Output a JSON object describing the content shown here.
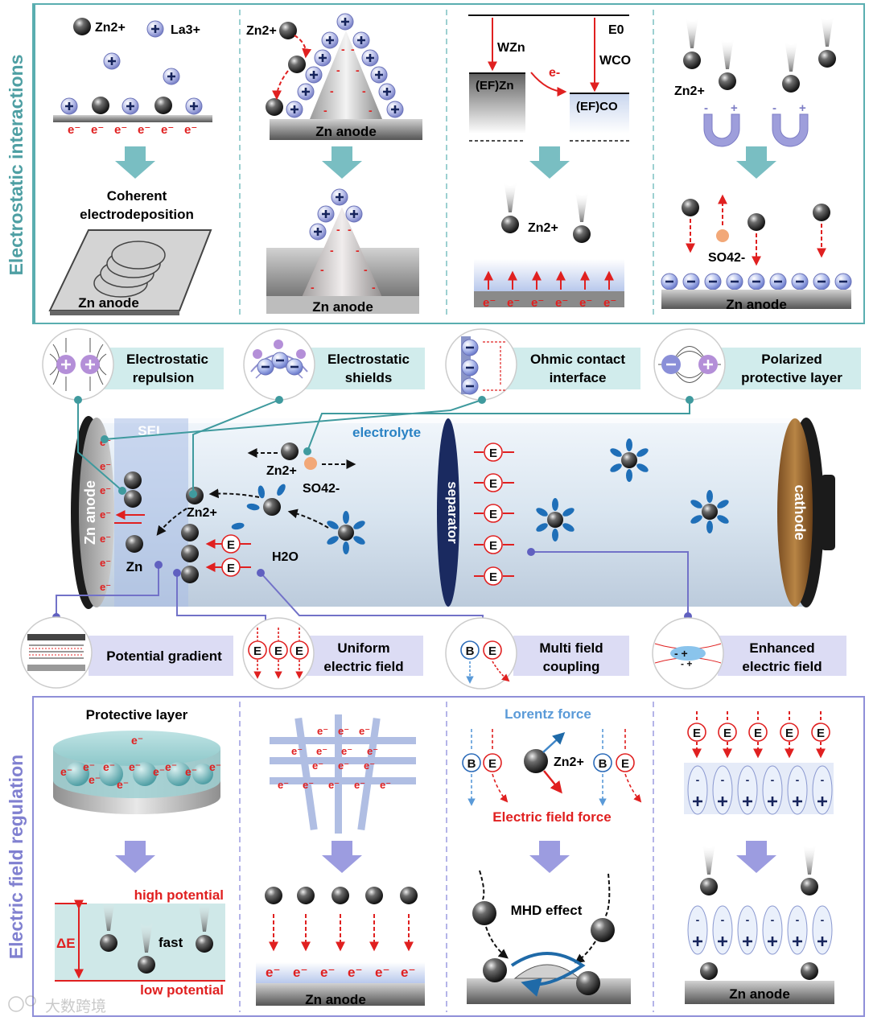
{
  "colors": {
    "top_frame": "#5aaeb0",
    "bottom_frame": "#8f8fd8",
    "teal_arrow": "#79bec2",
    "purple_arrow": "#9c9ce0",
    "red": "#e02020",
    "navy": "#1a2a60",
    "blue_text": "#2a82c4",
    "light_blue_text": "#5a9ad8"
  },
  "top": {
    "section_title": "Electrostatic interactions",
    "p1": {
      "legend_zn": "Zn2+",
      "legend_la": "La3+",
      "title1": "Coherent",
      "title2": "electrodeposition",
      "anode": "Zn anode"
    },
    "p2": {
      "ion": "Zn2+",
      "anode_top": "Zn anode",
      "anode_bottom": "Zn anode"
    },
    "p3": {
      "wzn": "WZn",
      "wco": "WCO",
      "e0": "E0",
      "ef_zn": "(EF)Zn",
      "ef_co": "(EF)CO",
      "electron": "e-",
      "ion": "Zn2+"
    },
    "p4": {
      "ion": "Zn2+",
      "anion": "SO42-",
      "anode": "Zn anode"
    }
  },
  "middle": {
    "callouts_top": [
      {
        "line1": "Electrostatic",
        "line2": "repulsion",
        "icon": "repulsion-icon"
      },
      {
        "line1": "Electrostatic",
        "line2": "shields",
        "icon": "shield-icon"
      },
      {
        "line1": "Ohmic contact",
        "line2": "interface",
        "icon": "ohmic-icon"
      },
      {
        "line1": "Polarized",
        "line2": "protective layer",
        "icon": "dipole-icon"
      }
    ],
    "callouts_bottom": [
      {
        "line1": "Potential gradient",
        "line2": "",
        "icon": "gradient-icon"
      },
      {
        "line1": "Uniform",
        "line2": "electric field",
        "icon": "uniform-field-icon"
      },
      {
        "line1": "Multi field",
        "line2": "coupling",
        "icon": "multifield-icon"
      },
      {
        "line1": "Enhanced",
        "line2": "electric field",
        "icon": "enhanced-field-icon"
      }
    ],
    "battery": {
      "anode": "Zn anode",
      "sei": "SEI",
      "electrolyte": "electrolyte",
      "separator": "separator",
      "cathode": "cathode",
      "zn_ion": "Zn2+",
      "zn": "Zn",
      "so4": "SO42-",
      "water": "H2O",
      "field": "E"
    }
  },
  "bottom": {
    "section_title": "Electric field regulation",
    "p1": {
      "title": "Protective layer",
      "high": "high potential",
      "low": "low potential",
      "delta": "ΔE",
      "fast": "fast"
    },
    "p2": {
      "anode": "Zn anode"
    },
    "p3": {
      "lorentz": "Lorentz force",
      "efield": "Electric field force",
      "ion": "Zn2+",
      "mhd": "MHD effect",
      "b": "B",
      "e": "E"
    },
    "p4": {
      "anode": "Zn anode",
      "e": "E"
    }
  },
  "watermark": "大数跨境"
}
